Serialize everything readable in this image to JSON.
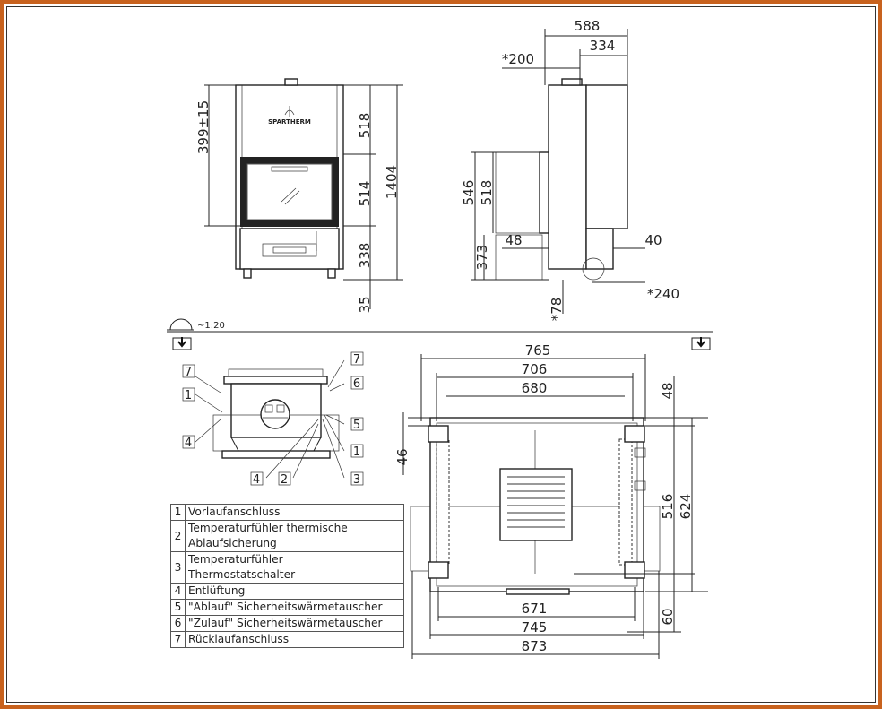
{
  "scale_label": "~1:20",
  "brand_logo": "SPARTHERM",
  "front_view": {
    "dims_left": [
      "399±15"
    ],
    "dims_right": [
      "518",
      "514",
      "338",
      "35"
    ],
    "dim_total": "1404"
  },
  "side_view": {
    "dims_top": [
      "588",
      "334",
      "*200"
    ],
    "dims_left": [
      "546",
      "518",
      "373"
    ],
    "dims_inner": [
      "48",
      "40"
    ],
    "dims_bottom": [
      "*240",
      "*78"
    ]
  },
  "plan_view_small": {
    "callouts": [
      "7",
      "1",
      "4",
      "7",
      "6",
      "5",
      "1",
      "3",
      "4",
      "2"
    ]
  },
  "plan_view_large": {
    "dims_top": [
      "765",
      "706",
      "680"
    ],
    "dims_right": [
      "48",
      "516",
      "624",
      "60"
    ],
    "dims_left": [
      "46"
    ],
    "dims_bottom": [
      "671",
      "745",
      "873"
    ]
  },
  "legend": [
    {
      "num": "1",
      "text": "Vorlaufanschluss"
    },
    {
      "num": "2",
      "text": "Temperaturfühler thermische Ablaufsicherung"
    },
    {
      "num": "3",
      "text": "Temperaturfühler Thermostatschalter"
    },
    {
      "num": "4",
      "text": "Entlüftung"
    },
    {
      "num": "5",
      "text": "\"Ablauf\" Sicherheitswärmetauscher"
    },
    {
      "num": "6",
      "text": "\"Zulauf\" Sicherheitswärmetauscher"
    },
    {
      "num": "7",
      "text": "Rücklaufanschluss"
    }
  ]
}
